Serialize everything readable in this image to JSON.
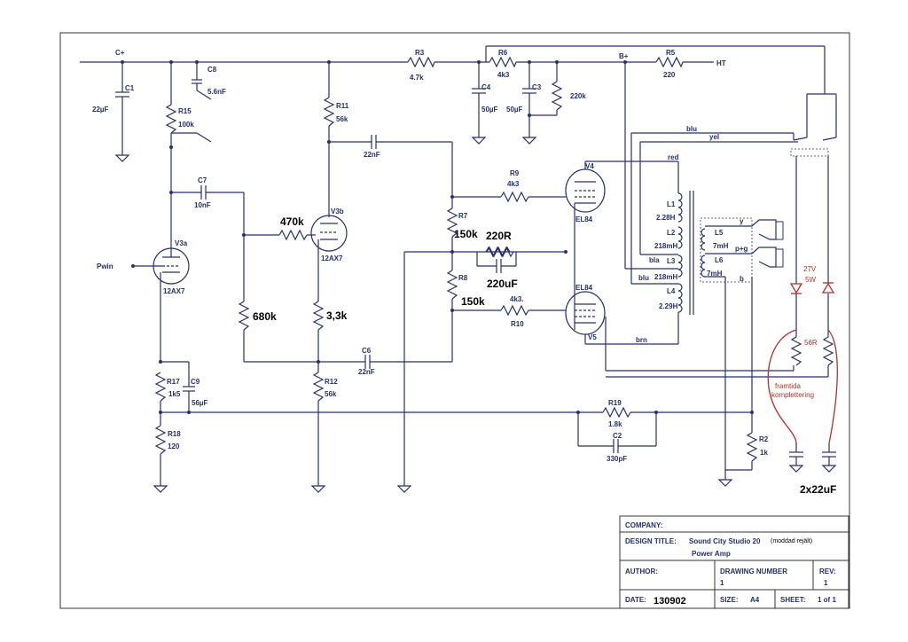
{
  "title_block": {
    "company_label": "COMPANY:",
    "design_title_label": "DESIGN TITLE:",
    "design_title": "Sound City Studio 20",
    "design_note": "(moddad rejält)",
    "design_subtitle": "Power Amp",
    "author_label": "AUTHOR:",
    "drawing_number_label": "DRAWING NUMBER",
    "drawing_number": "1",
    "rev_label": "REV:",
    "rev": "1",
    "date_label": "DATE:",
    "date": "130902",
    "size_label": "SIZE:",
    "size": "A4",
    "sheet_label": "SHEET:",
    "sheet": "1 of 1"
  },
  "nets": {
    "c_plus": "C+",
    "b_plus": "B+",
    "ht": "HT",
    "pwin": "Pwin"
  },
  "tubes": {
    "v3a": "V3a",
    "v3a_type": "12AX7",
    "v3b": "V3b",
    "v3b_type": "12AX7",
    "v4": "V4",
    "v4_type": "EL84",
    "v5": "V5",
    "v5_type": "EL84"
  },
  "parts": {
    "c1": "C1",
    "c1_val": "22µF",
    "c8": "C8",
    "c8_val": "5.6nF",
    "r15": "R15",
    "r15_val": "100k",
    "c7": "C7",
    "c7_val": "10nF",
    "r11": "R11",
    "r11_val": "56k",
    "c_cpl_val": "22nF",
    "r3": "R3",
    "r3_val": "4.7k",
    "r6": "R6",
    "r6_val": "4k3",
    "c4": "C4",
    "c4_val": "50µF",
    "c3": "C3",
    "c3_val": "50µF",
    "r_bleed_val": "220k",
    "r5": "R5",
    "r5_val": "220",
    "r9": "R9",
    "r9_val": "4k3",
    "r7": "R7",
    "r7_val": "150k",
    "r8": "R8",
    "r8_val": "150k",
    "r_mid_val": "220R",
    "c_mid_val": "220uF",
    "r10": "R10",
    "r10_val": "4k3.",
    "r_grid_val": "470k",
    "r_680_val": "680k",
    "r_33_val": "3,3k",
    "c6": "C6",
    "c6_val": "22nF",
    "r12": "R12",
    "r12_val": "56k",
    "r17": "R17",
    "r17_val": "1k5",
    "c9": "C9",
    "c9_val": "56µF",
    "r18": "R18",
    "r18_val": "120",
    "r19": "R19",
    "r19_val": "1.8k",
    "c2": "C2",
    "c2_val": "330pF",
    "r2": "R2",
    "r2_val": "1k"
  },
  "transformer": {
    "l1": "L1",
    "l1_val": "2.28H",
    "l2": "L2",
    "l2_val": "218mH",
    "l3": "L3",
    "l3_val": "218mH",
    "l4": "L4",
    "l4_val": "2.29H",
    "l5": "L5",
    "l5_val": "7mH",
    "l6": "L6",
    "l6_val": "7mH",
    "tap_y": "y",
    "tap_pg": "p+g",
    "tap_b": "b",
    "wire_blu": "blu",
    "wire_yel": "yel",
    "wire_red": "red",
    "wire_bla": "bla",
    "wire_blu2": "blu",
    "wire_brn": "brn"
  },
  "annotations": {
    "zener_val": "27V",
    "zener_w": "5W",
    "r56_val": "56R",
    "note1": "framtida",
    "note2": "komplettering",
    "caps_val": "2x22uF"
  }
}
